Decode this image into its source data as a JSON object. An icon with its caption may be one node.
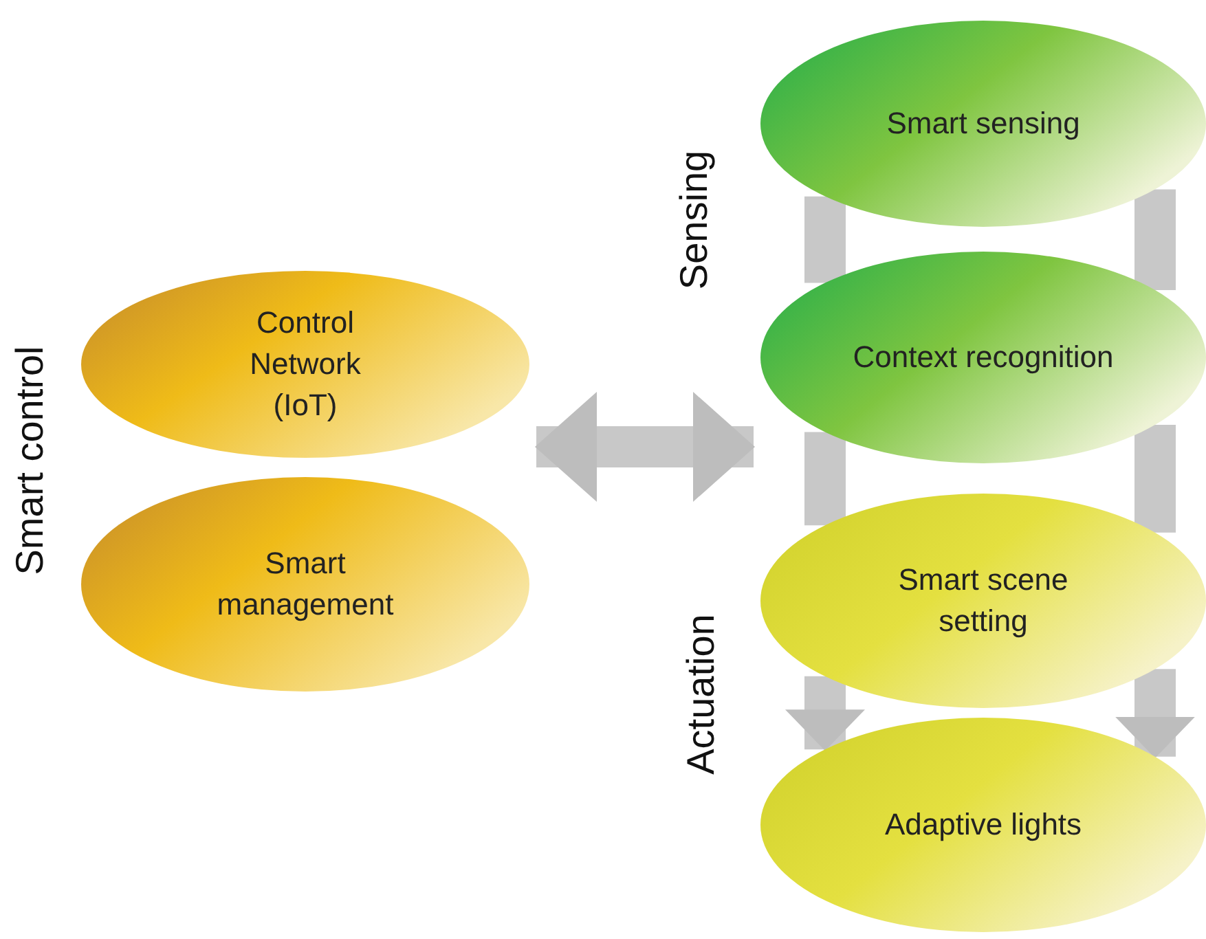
{
  "diagram": {
    "nodes": [
      {
        "text": [
          "Control Network (IoT)"
        ]
      },
      {
        "text": [
          "Smart management"
        ]
      },
      {
        "text": [
          "Smart sensing"
        ]
      },
      {
        "text": [
          "Context recognition"
        ]
      },
      {
        "text": [
          "Smart scene setting"
        ]
      },
      {
        "text": [
          "Adaptive lights"
        ]
      }
    ],
    "edges": [
      {
        "from": 0,
        "to": 3,
        "arrow": "both"
      },
      {
        "from": 2,
        "to": 3,
        "arrow": "none"
      },
      {
        "from": 2,
        "to": 3,
        "arrow": "none"
      },
      {
        "from": 3,
        "to": 4,
        "arrow": "none"
      },
      {
        "from": 3,
        "to": 4,
        "arrow": "none"
      },
      {
        "from": 4,
        "to": 5,
        "arrow": "to"
      },
      {
        "from": 4,
        "to": 5,
        "arrow": "to"
      }
    ],
    "labels": [
      "Smart control",
      "Sensing",
      "Actuation"
    ]
  }
}
